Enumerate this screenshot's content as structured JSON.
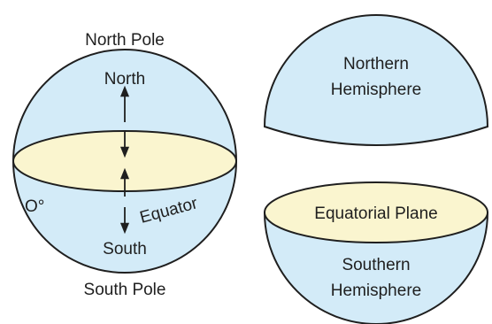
{
  "labels": {
    "north_pole": "North Pole",
    "north": "North",
    "south": "South",
    "south_pole": "South Pole",
    "zero_degree": "O°",
    "equator": "Equator",
    "northern_hemisphere_line1": "Northern",
    "northern_hemisphere_line2": "Hemisphere",
    "equatorial_plane": "Equatorial Plane",
    "southern_hemisphere_line1": "Southern",
    "southern_hemisphere_line2": "Hemisphere"
  },
  "colors": {
    "sphere_fill": "#d3ebf8",
    "plane_fill": "#faf5cf",
    "outline": "#1f1f1f",
    "text": "#1f1f1f"
  }
}
